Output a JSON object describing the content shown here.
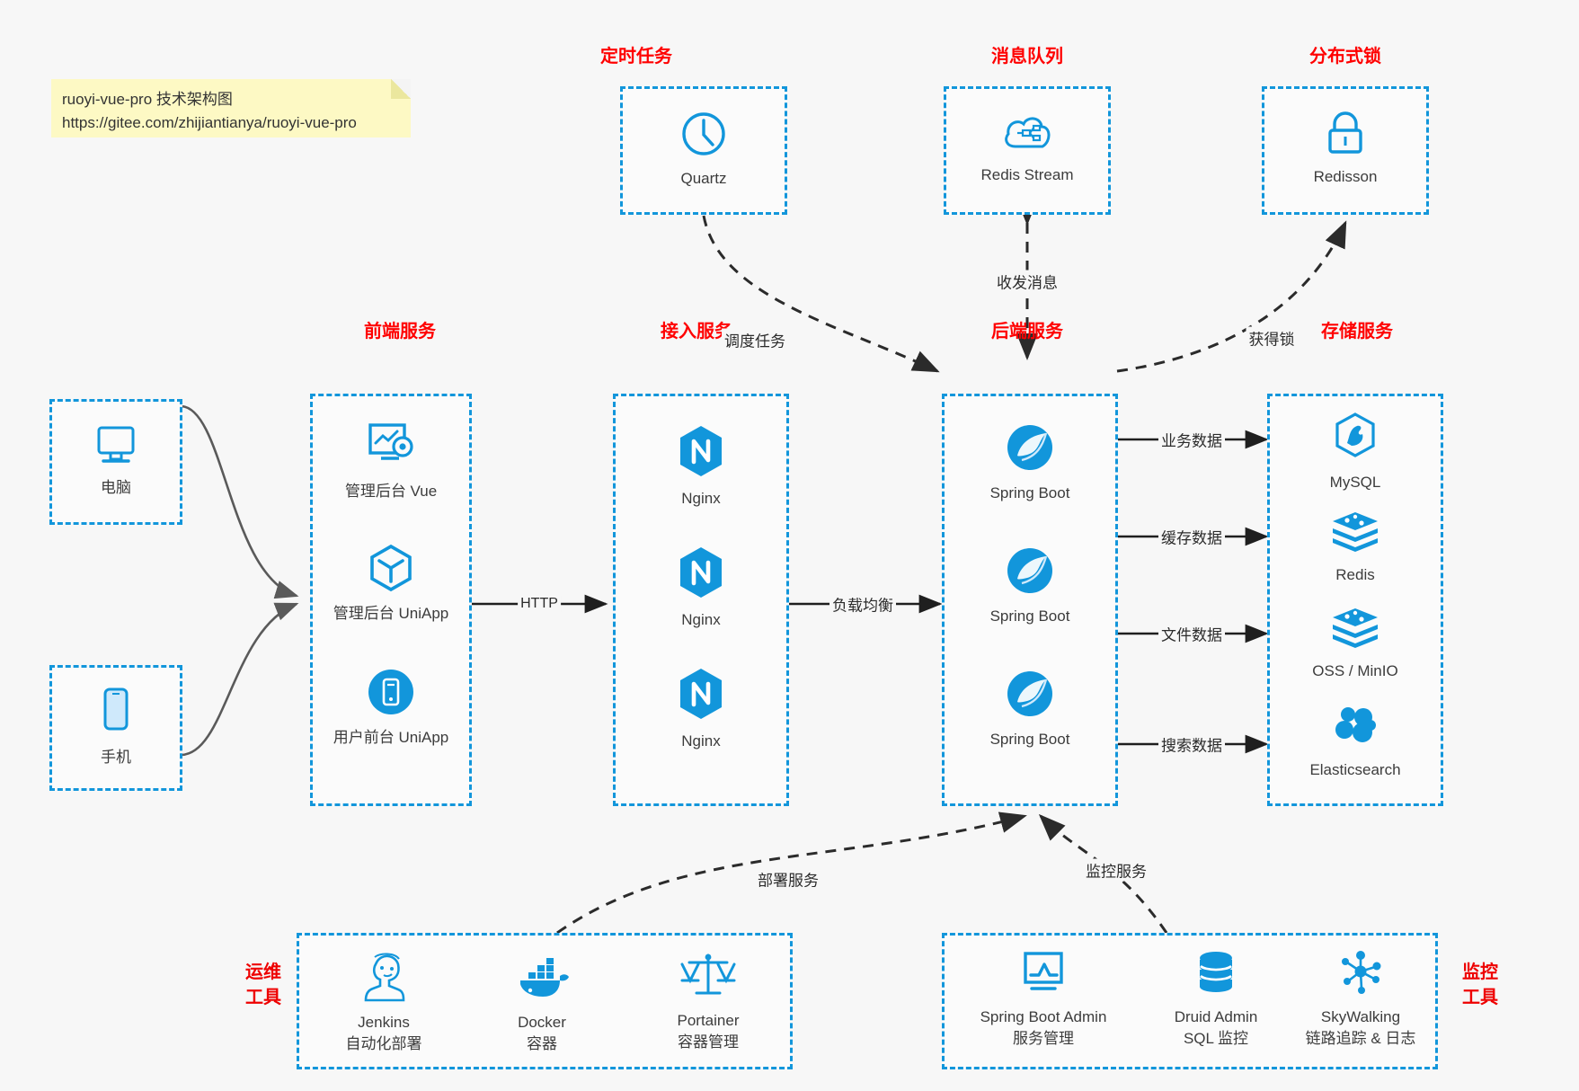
{
  "note": {
    "line1": "ruoyi-vue-pro 技术架构图",
    "line2": "https://gitee.com/zhijiantianya/ruoyi-vue-pro"
  },
  "colors": {
    "accent": "#1296db",
    "title": "#ff0000",
    "background": "#f7f7f7",
    "note_background": "#fdf9c4",
    "text": "#3c3c3c",
    "edge": "#2b2b2b"
  },
  "groups": {
    "scheduled_task": {
      "title": "定时任务",
      "nodes": [
        {
          "label": "Quartz",
          "icon": "clock-icon"
        }
      ]
    },
    "message_queue": {
      "title": "消息队列",
      "nodes": [
        {
          "label": "Redis Stream",
          "icon": "cloud-stream-icon"
        }
      ]
    },
    "distributed_lock": {
      "title": "分布式锁",
      "nodes": [
        {
          "label": "Redisson",
          "icon": "lock-icon"
        }
      ]
    },
    "clients": {
      "nodes": [
        {
          "label": "电脑",
          "icon": "desktop-icon"
        },
        {
          "label": "手机",
          "icon": "mobile-icon"
        }
      ]
    },
    "frontend": {
      "title": "前端服务",
      "nodes": [
        {
          "label": "管理后台 Vue",
          "icon": "dashboard-settings-icon"
        },
        {
          "label": "管理后台 UniApp",
          "icon": "cube-icon"
        },
        {
          "label": "用户前台 UniApp",
          "icon": "phone-app-icon"
        }
      ]
    },
    "gateway": {
      "title": "接入服务",
      "nodes": [
        {
          "label": "Nginx",
          "icon": "nginx-icon"
        },
        {
          "label": "Nginx",
          "icon": "nginx-icon"
        },
        {
          "label": "Nginx",
          "icon": "nginx-icon"
        }
      ]
    },
    "backend": {
      "title": "后端服务",
      "nodes": [
        {
          "label": "Spring Boot",
          "icon": "spring-icon"
        },
        {
          "label": "Spring Boot",
          "icon": "spring-icon"
        },
        {
          "label": "Spring Boot",
          "icon": "spring-icon"
        }
      ]
    },
    "storage": {
      "title": "存储服务",
      "nodes": [
        {
          "label": "MySQL",
          "icon": "mysql-icon"
        },
        {
          "label": "Redis",
          "icon": "redis-icon"
        },
        {
          "label": "OSS / MinIO",
          "icon": "oss-icon"
        },
        {
          "label": "Elasticsearch",
          "icon": "elasticsearch-icon"
        }
      ]
    },
    "devops": {
      "title_line1": "运维",
      "title_line2": "工具",
      "nodes": [
        {
          "label": "Jenkins",
          "sublabel": "自动化部署",
          "icon": "jenkins-icon"
        },
        {
          "label": "Docker",
          "sublabel": "容器",
          "icon": "docker-icon"
        },
        {
          "label": "Portainer",
          "sublabel": "容器管理",
          "icon": "scales-icon"
        }
      ]
    },
    "monitoring": {
      "title_line1": "监控",
      "title_line2": "工具",
      "nodes": [
        {
          "label": "Spring Boot Admin",
          "sublabel": "服务管理",
          "icon": "monitor-chart-icon"
        },
        {
          "label": "Druid Admin",
          "sublabel": "SQL 监控",
          "icon": "database-icon"
        },
        {
          "label": "SkyWalking",
          "sublabel": "链路追踪 & 日志",
          "icon": "skywalking-icon"
        }
      ]
    }
  },
  "edges": [
    {
      "id": "http",
      "label": "HTTP"
    },
    {
      "id": "lb",
      "label": "负载均衡"
    },
    {
      "id": "schedule",
      "label": "调度任务"
    },
    {
      "id": "mq",
      "label": "收发消息"
    },
    {
      "id": "lock",
      "label": "获得锁"
    },
    {
      "id": "biz_data",
      "label": "业务数据"
    },
    {
      "id": "cache_data",
      "label": "缓存数据"
    },
    {
      "id": "file_data",
      "label": "文件数据"
    },
    {
      "id": "search_data",
      "label": "搜索数据"
    },
    {
      "id": "deploy",
      "label": "部署服务"
    },
    {
      "id": "monitor",
      "label": "监控服务"
    }
  ]
}
